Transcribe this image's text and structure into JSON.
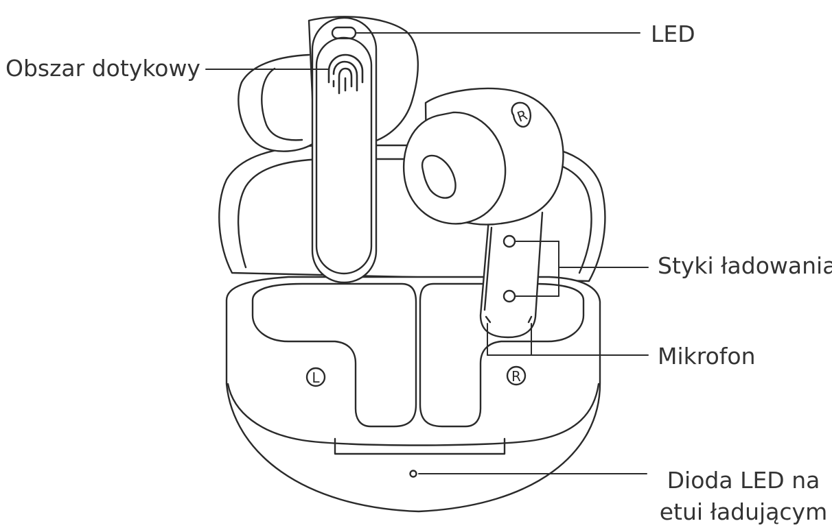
{
  "labels": {
    "touch_area": "Obszar dotykowy",
    "led": "LED",
    "charging_contacts": "Styki ładowania",
    "microphone": "Mikrofon",
    "case_led_line1": "Dioda LED na",
    "case_led_line2": "etui ładującym"
  },
  "case_markings": {
    "left": "L",
    "right": "R"
  },
  "colors": {
    "line": "#2a2a2a",
    "text": "#333333",
    "background": "#ffffff"
  }
}
